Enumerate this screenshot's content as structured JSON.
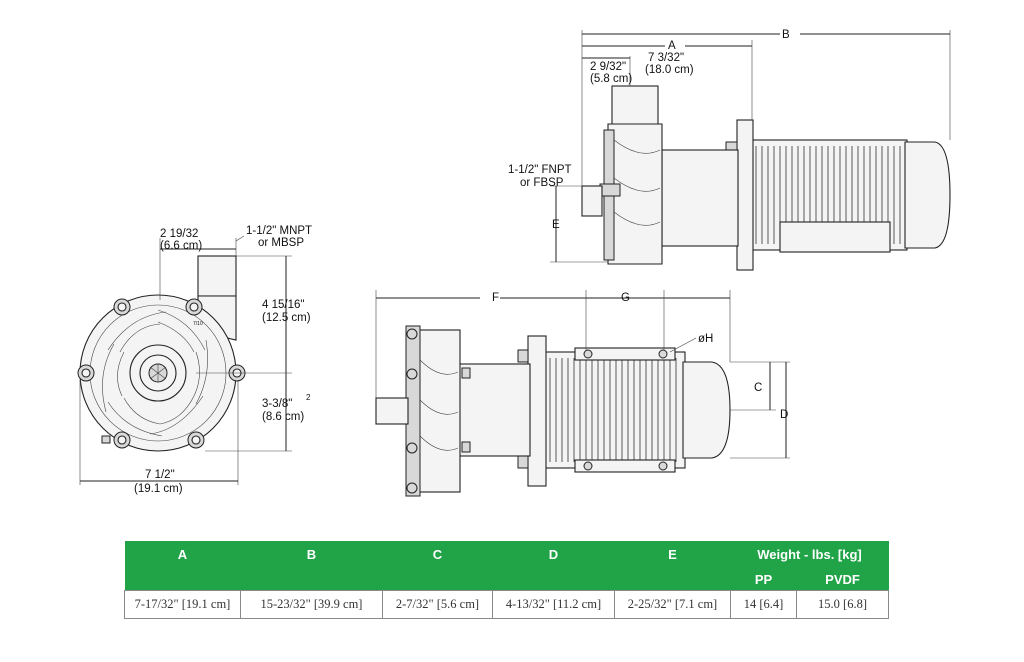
{
  "views": {
    "front": {
      "outlet_size": "2 19/32",
      "outlet_size_metric": "(6.6 cm)",
      "connection": "1-1/2\" MNPT",
      "connection_alt": "or MBSP",
      "height_upper": "4 15/16\"",
      "height_upper_metric": "(12.5 cm)",
      "height_lower": "3-3/8\"",
      "height_lower_sup": "2",
      "height_lower_metric": "(8.6 cm)",
      "width": "7 1/2\"",
      "width_metric": "(19.1 cm)",
      "label_tiny": "7/10"
    },
    "side_top": {
      "dim_a": "A",
      "dim_b": "B",
      "inlet_len": "2 9/32\"",
      "inlet_len_metric": "(5.8 cm)",
      "flange_len": "7 3/32\"",
      "flange_len_metric": "(18.0 cm)",
      "connection": "1-1/2\" FNPT",
      "connection_alt": "or FBSP",
      "dim_e": "E"
    },
    "side_bottom": {
      "dim_f": "F",
      "dim_g": "G",
      "dim_h": "øH",
      "dim_c": "C",
      "dim_d": "D"
    }
  },
  "table": {
    "header_color": "#21a448",
    "headers": [
      "A",
      "B",
      "C",
      "D",
      "E"
    ],
    "weight_header": "Weight - lbs. [kg]",
    "weight_sub": [
      "PP",
      "PVDF"
    ],
    "row": [
      "7-17/32\" [19.1 cm]",
      "15-23/32\" [39.9 cm]",
      "2-7/32\" [5.6 cm]",
      "4-13/32\" [11.2 cm]",
      "2-25/32\" [7.1 cm]",
      "14 [6.4]",
      "15.0 [6.8]"
    ]
  }
}
